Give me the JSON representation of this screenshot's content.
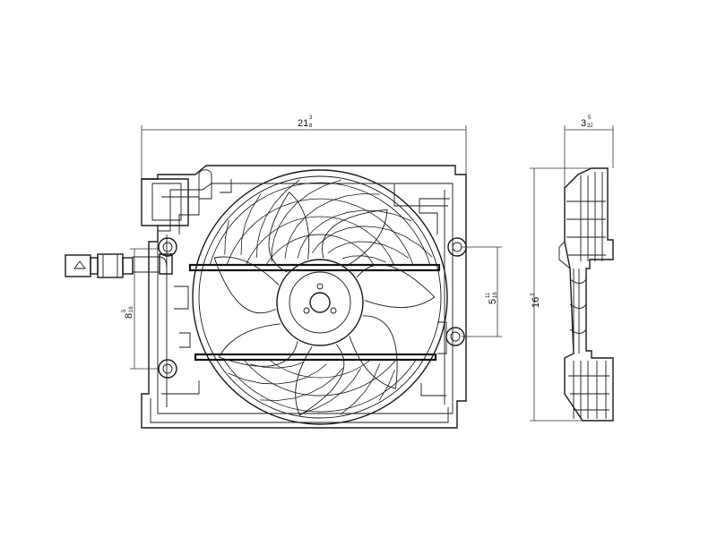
{
  "dimensions": {
    "width": {
      "whole": "21",
      "num": "3",
      "den": "8"
    },
    "depth": {
      "whole": "3",
      "num": "5",
      "den": "32"
    },
    "height": {
      "whole": "16",
      "num": "3",
      "den": ""
    },
    "mount_vertical": {
      "whole": "5",
      "num": "11",
      "den": "16"
    },
    "connector_offset": {
      "whole": "8",
      "num": "5",
      "den": "16"
    }
  }
}
